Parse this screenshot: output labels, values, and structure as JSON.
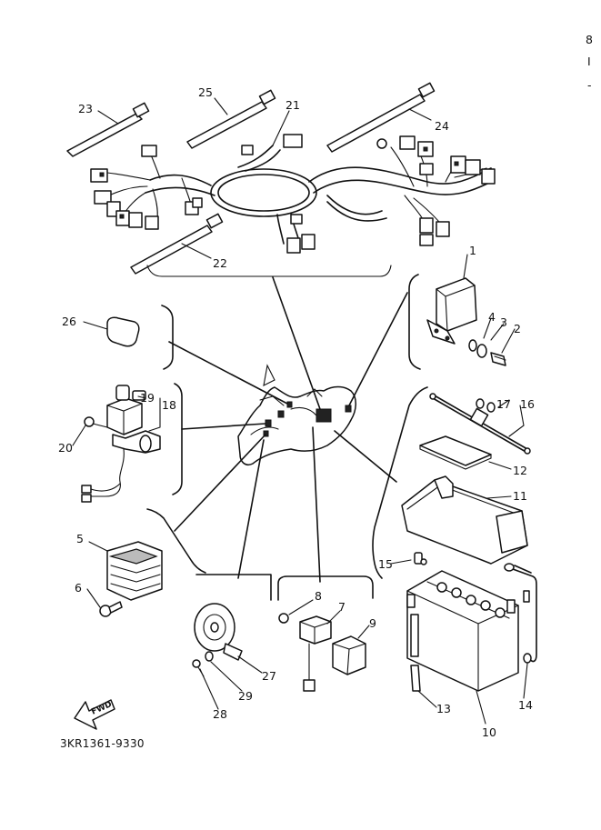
{
  "diagram_code": "3KR1361-9330",
  "fwd_label": "FWD",
  "parts": [
    {
      "num": "1"
    },
    {
      "num": "2"
    },
    {
      "num": "3"
    },
    {
      "num": "4"
    },
    {
      "num": "5"
    },
    {
      "num": "6"
    },
    {
      "num": "7"
    },
    {
      "num": "8"
    },
    {
      "num": "9"
    },
    {
      "num": "10"
    },
    {
      "num": "11"
    },
    {
      "num": "12"
    },
    {
      "num": "13"
    },
    {
      "num": "14"
    },
    {
      "num": "15"
    },
    {
      "num": "16"
    },
    {
      "num": "17"
    },
    {
      "num": "18"
    },
    {
      "num": "19"
    },
    {
      "num": "20"
    },
    {
      "num": "21"
    },
    {
      "num": "22"
    },
    {
      "num": "23"
    },
    {
      "num": "24"
    },
    {
      "num": "25"
    },
    {
      "num": "26"
    },
    {
      "num": "27"
    },
    {
      "num": "28"
    },
    {
      "num": "29"
    }
  ],
  "edge_marks": [
    "8",
    "I",
    "-"
  ]
}
